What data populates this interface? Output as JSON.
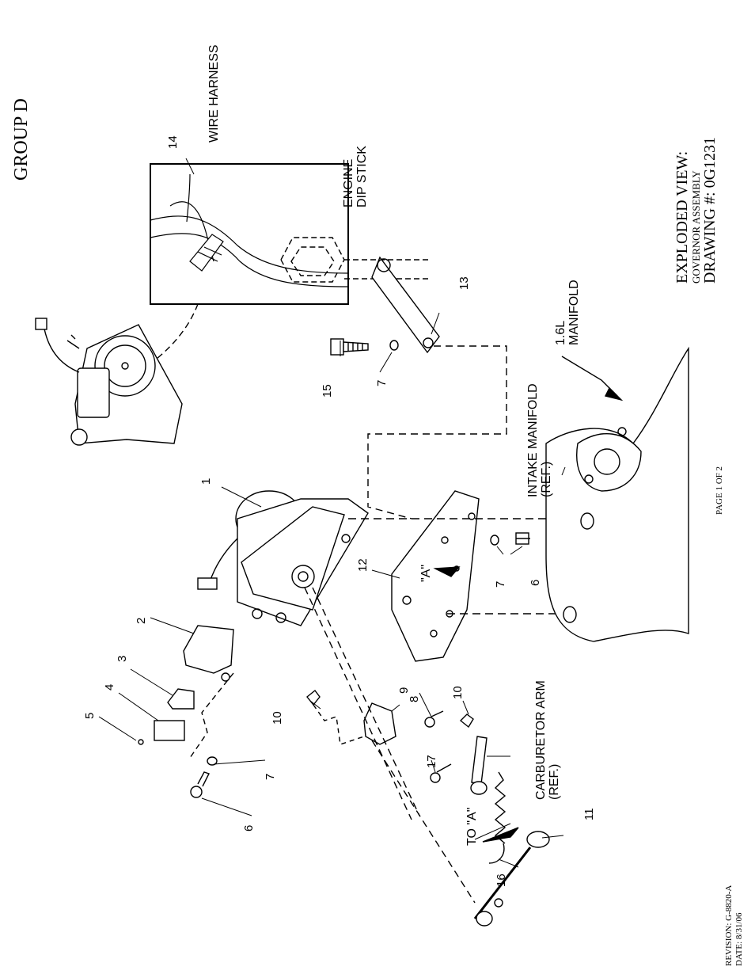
{
  "header": {
    "group": "GROUP D"
  },
  "title_block": {
    "line1": "EXPLODED VIEW:",
    "line2": "GOVERNOR ASSEMBLY",
    "line3": "DRAWING #: 0G1231"
  },
  "footer": {
    "page": "PAGE 1 OF 2",
    "revision": "REVISION: G-8820-A",
    "date": "DATE:  8/31/06"
  },
  "labels": {
    "wire_harness": "WIRE HARNESS",
    "engine": "ENGINE",
    "dip_stick": "DIP STICK",
    "manifold_16l": "1.6L",
    "manifold": "MANIFOLD",
    "intake_manifold": "INTAKE MANIFOLD",
    "intake_ref": "(REF.)",
    "carb_arm": "CARBURETOR ARM",
    "carb_ref": "(REF.)",
    "to_a": "TO \"A\"",
    "a": "\"A\""
  },
  "callouts": [
    "1",
    "2",
    "3",
    "4",
    "5",
    "6",
    "7",
    "6",
    "7",
    "7",
    "8",
    "9",
    "10",
    "10",
    "11",
    "12",
    "13",
    "14",
    "15",
    "16",
    "17"
  ]
}
